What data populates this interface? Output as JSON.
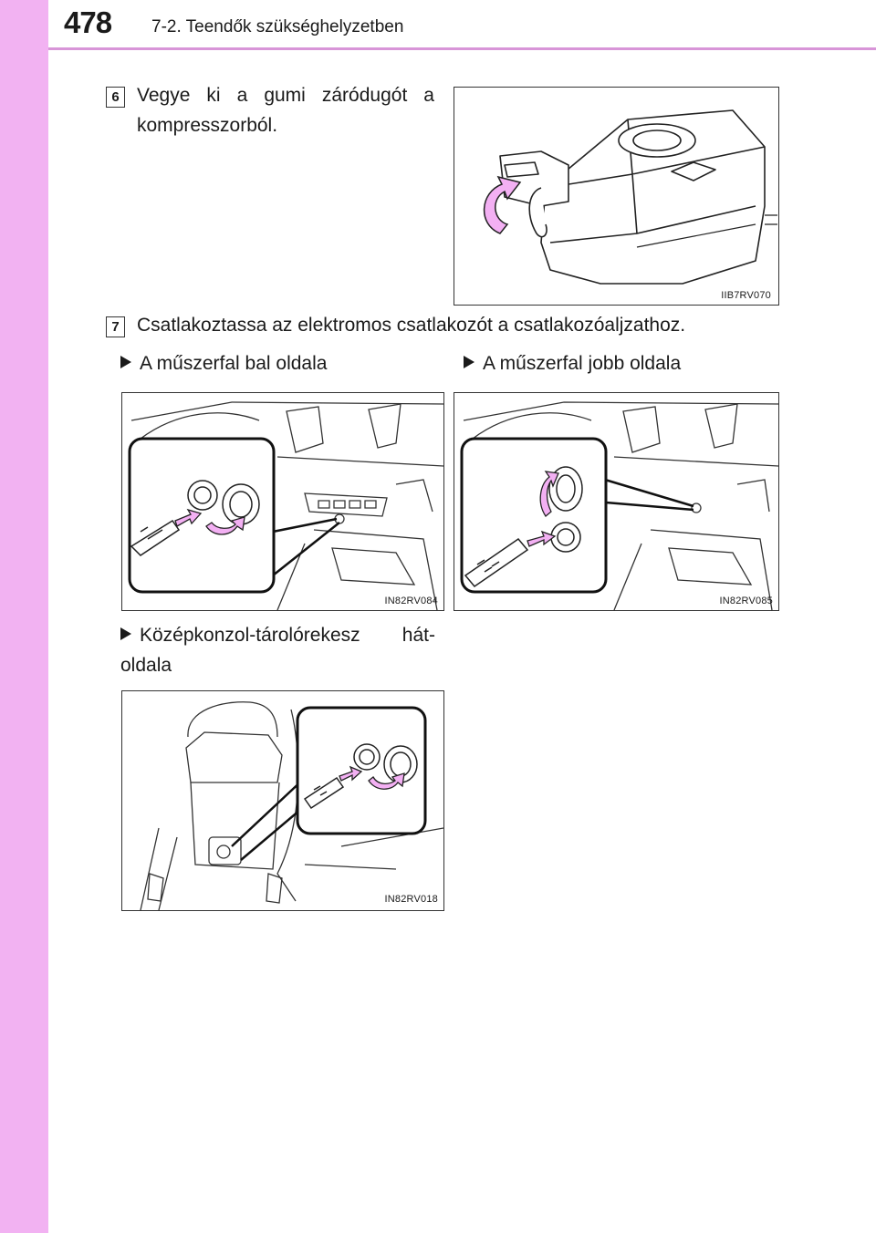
{
  "header": {
    "page_number": "478",
    "section_title": "7-2. Teendők szükséghelyzetben"
  },
  "steps": [
    {
      "number": "6",
      "text": "Vegye ki a gumi záródugót a kompresszorból."
    },
    {
      "number": "7",
      "text": "Csatlakoztassa az elektromos csatlakozót a csatlakozóaljzathoz."
    }
  ],
  "bullets": {
    "left_dash": "A műszerfal bal oldala",
    "right_dash": "A műszerfal jobb oldala",
    "console": "Középkonzol-tárolórekesz hát-oldala"
  },
  "figures": {
    "compressor": {
      "code": "IIB7RV070"
    },
    "left_dash": {
      "code": "IN82RV084"
    },
    "right_dash": {
      "code": "IN82RV085"
    },
    "console": {
      "code": "IN82RV018"
    }
  },
  "colors": {
    "sidebar": "#f2b2f2",
    "header_rule": "#d895d8",
    "arrow_fill": "#f3b0f3"
  }
}
